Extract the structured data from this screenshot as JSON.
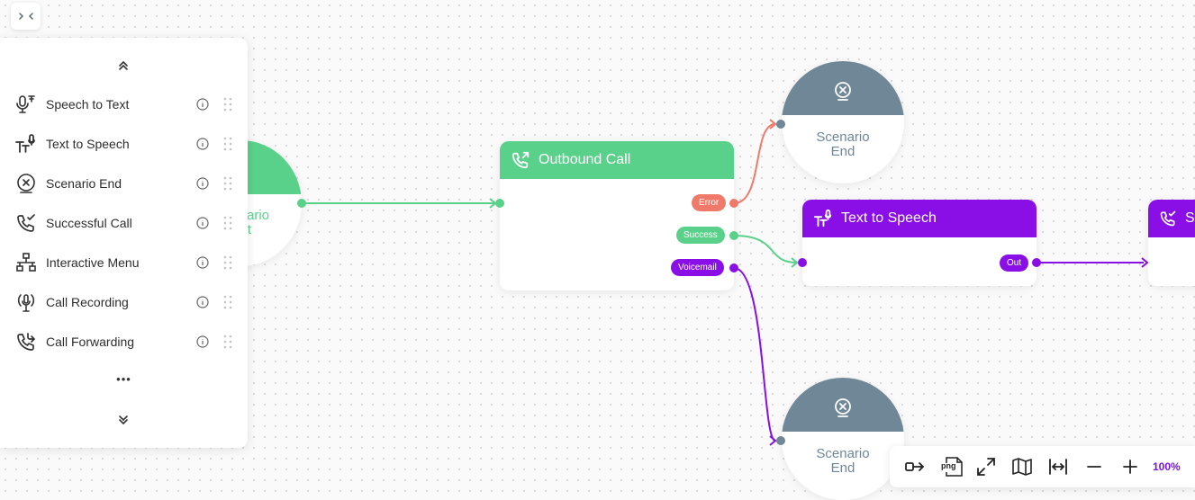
{
  "sidebar": {
    "items": [
      {
        "label": "Speech to Text",
        "icon": "speech-to-text-icon"
      },
      {
        "label": "Text to Speech",
        "icon": "text-to-speech-icon"
      },
      {
        "label": "Scenario End",
        "icon": "scenario-end-icon"
      },
      {
        "label": "Successful Call",
        "icon": "successful-call-icon"
      },
      {
        "label": "Interactive Menu",
        "icon": "interactive-menu-icon"
      },
      {
        "label": "Call Recording",
        "icon": "call-recording-icon"
      },
      {
        "label": "Call Forwarding",
        "icon": "call-forwarding-icon"
      }
    ],
    "more": "•••"
  },
  "canvas": {
    "start_node": {
      "label_line1": "ario",
      "label_line2": "rt"
    },
    "outbound_call": {
      "title": "Outbound Call",
      "outputs": [
        "Error",
        "Success",
        "Voicemail"
      ]
    },
    "tts_node": {
      "title": "Text to Speech",
      "output": "Out"
    },
    "success_partial": {
      "title": "S"
    },
    "end_top": {
      "line1": "Scenario",
      "line2": "End"
    },
    "end_bottom": {
      "line1": "Scenario",
      "line2": "End"
    }
  },
  "toolbar": {
    "png_label": "png",
    "zoom": "100%"
  },
  "colors": {
    "green": "#5ad18a",
    "purple": "#8a0ee6",
    "red": "#f07a6a",
    "slate": "#6f8796"
  }
}
